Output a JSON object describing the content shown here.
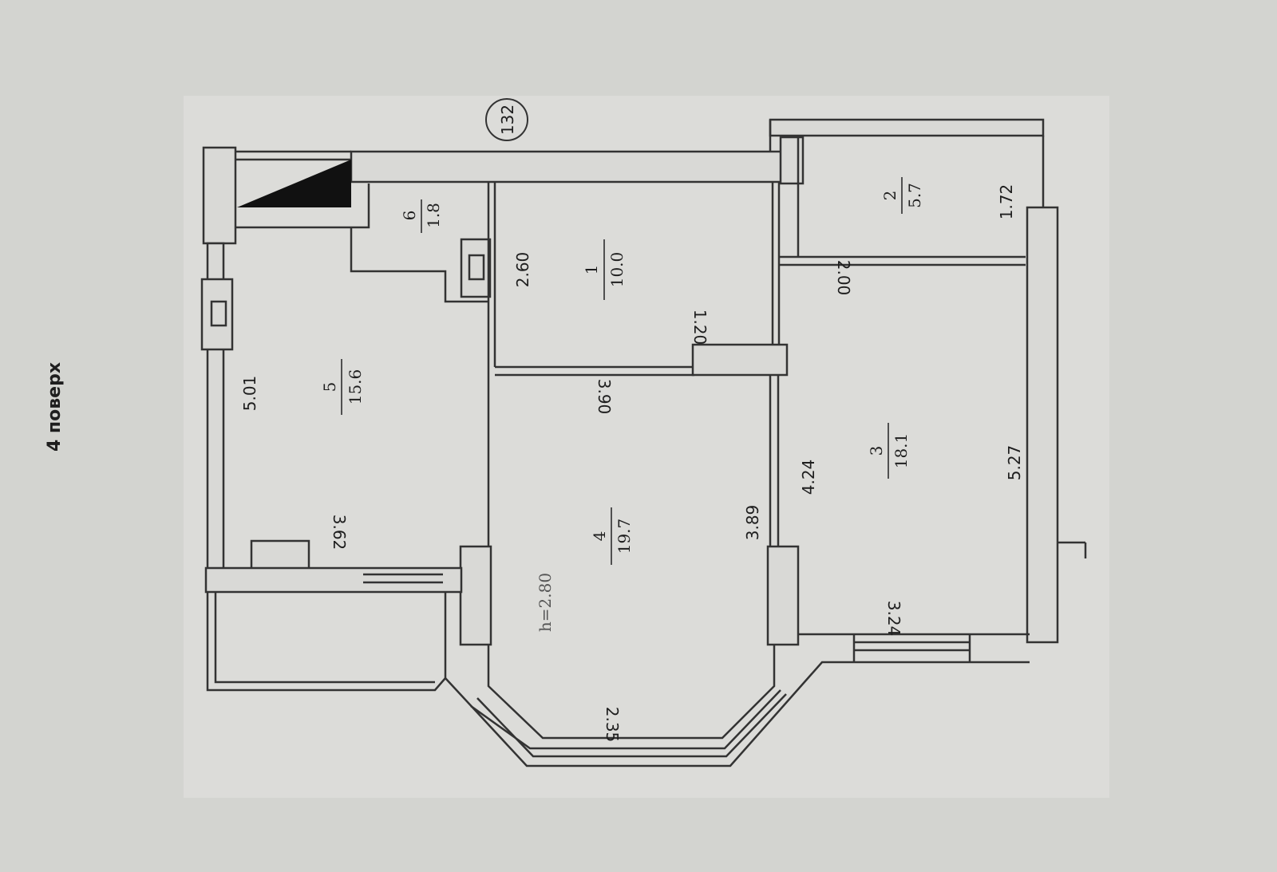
{
  "floor_label": "4 поверх",
  "apartment_number": "132",
  "ceiling_height": "h=2.80",
  "rooms": [
    {
      "number": "1",
      "area": "10.0"
    },
    {
      "number": "2",
      "area": "5.7"
    },
    {
      "number": "3",
      "area": "18.1"
    },
    {
      "number": "4",
      "area": "19.7"
    },
    {
      "number": "5",
      "area": "15.6"
    },
    {
      "number": "6",
      "area": "1.8"
    }
  ],
  "dimensions": [
    "5.01",
    "3.62",
    "2.60",
    "1.20",
    "3.90",
    "3.89",
    "4.24",
    "2.00",
    "1.72",
    "5.27",
    "3.24",
    "2.35"
  ]
}
